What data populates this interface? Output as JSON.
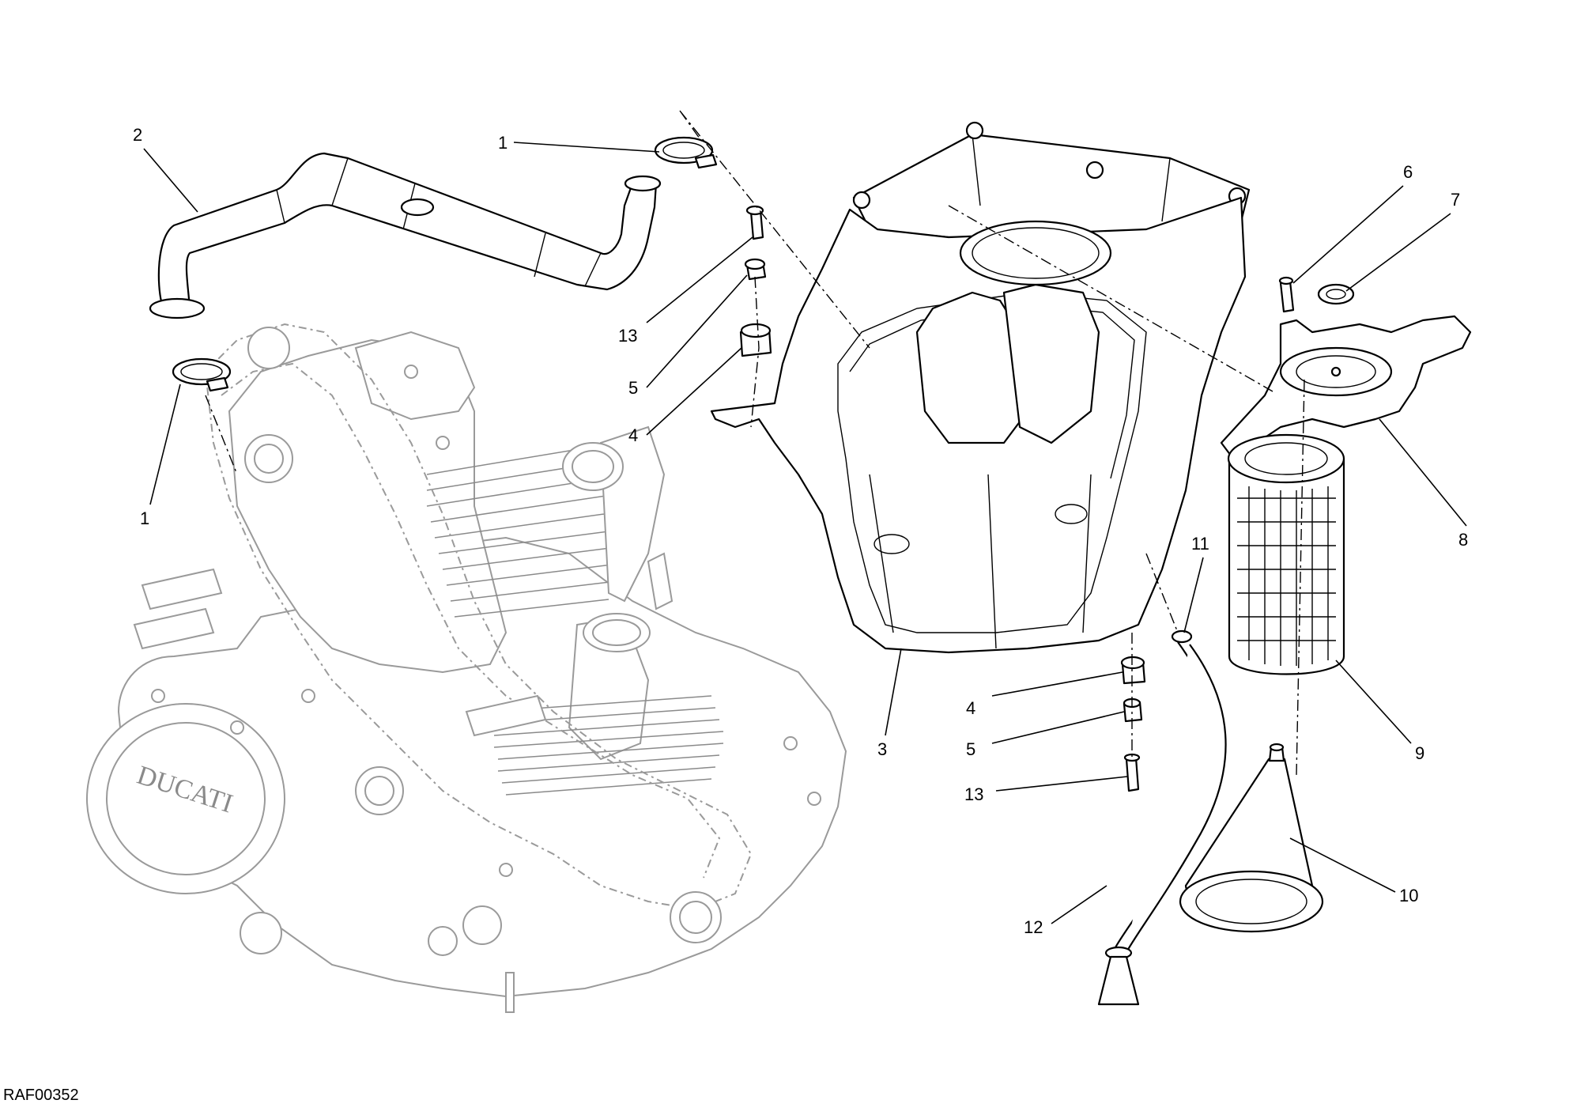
{
  "drawing_code": "RAF00352",
  "engine_logo_text": "DUCATI",
  "callouts": [
    {
      "label": "2"
    },
    {
      "label": "1"
    },
    {
      "label": "1"
    },
    {
      "label": "13"
    },
    {
      "label": "5"
    },
    {
      "label": "4"
    },
    {
      "label": "6"
    },
    {
      "label": "7"
    },
    {
      "label": "8"
    },
    {
      "label": "11"
    },
    {
      "label": "3"
    },
    {
      "label": "4"
    },
    {
      "label": "5"
    },
    {
      "label": "13"
    },
    {
      "label": "9"
    },
    {
      "label": "10"
    },
    {
      "label": "12"
    }
  ]
}
